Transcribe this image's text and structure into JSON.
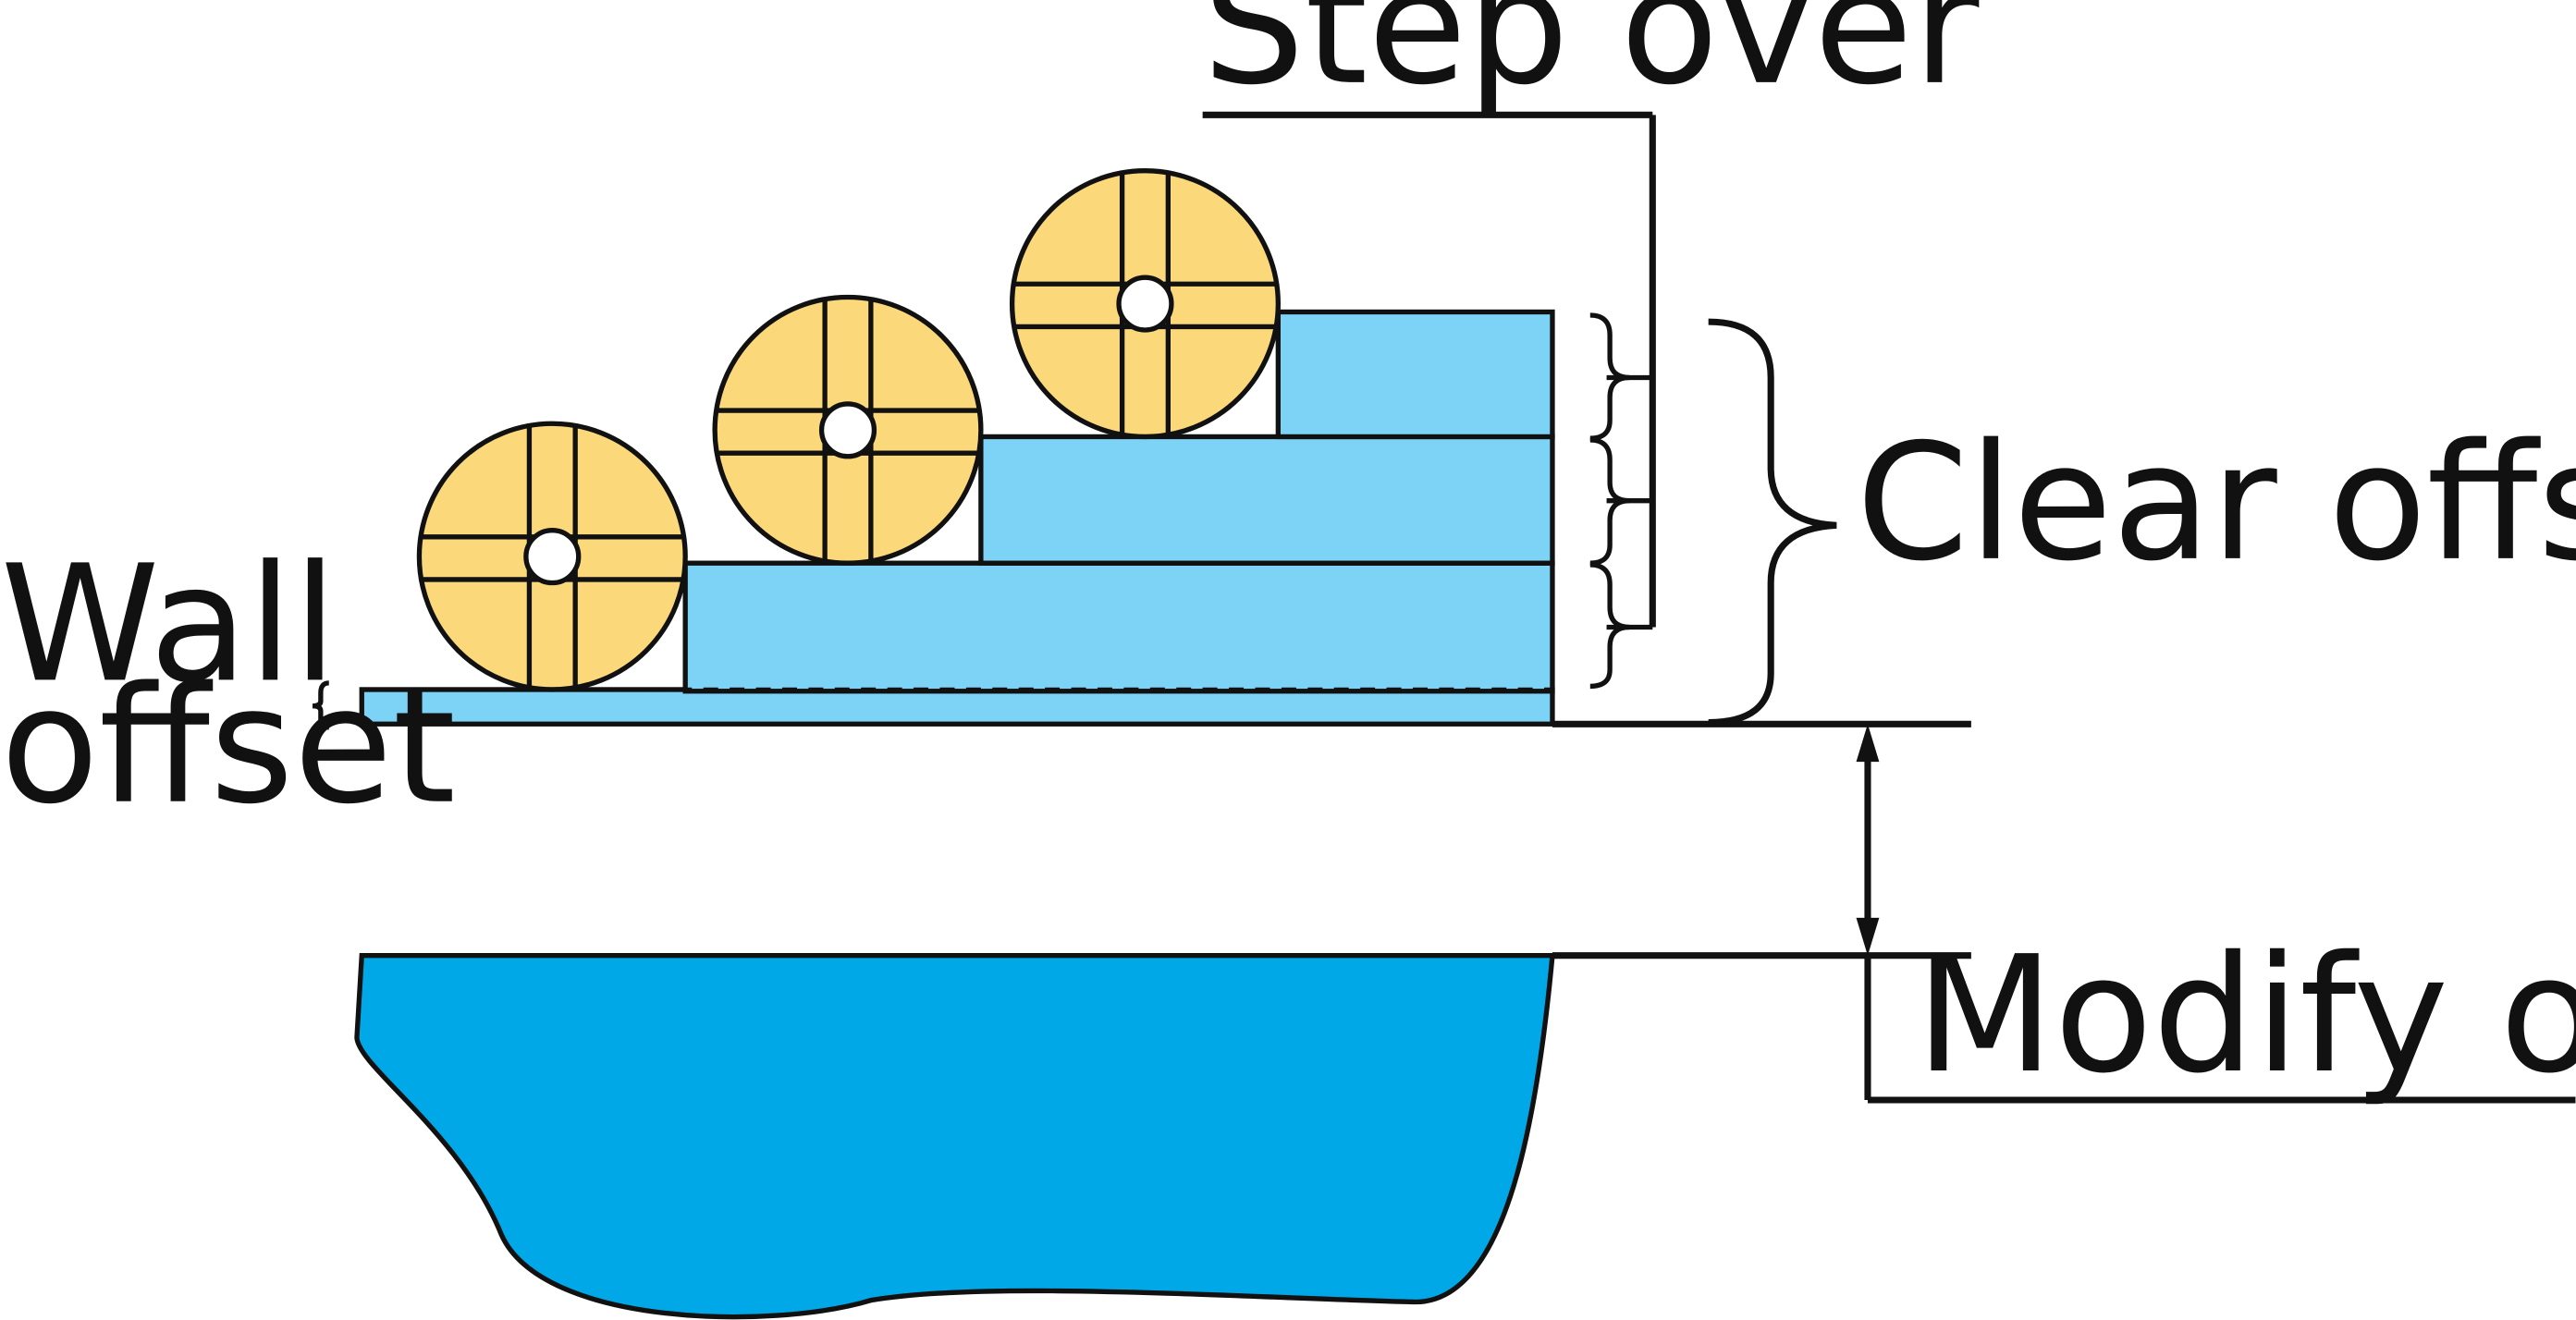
{
  "labels": {
    "step_over": "Step over",
    "clear_offset": "Clear offset",
    "wall_offset_line1": "Wall",
    "wall_offset_line2": "offset",
    "modify_offset": "Modify offset"
  },
  "colors": {
    "stock_light": "#7dd3f5",
    "part_dark": "#00a8e8",
    "cutter_fill": "#fbd97a",
    "outline": "#111111",
    "hub_fill": "#ffffff"
  },
  "icons": {
    "cutter": "end-mill-cutter-disc",
    "arrow": "double-headed-arrow"
  }
}
